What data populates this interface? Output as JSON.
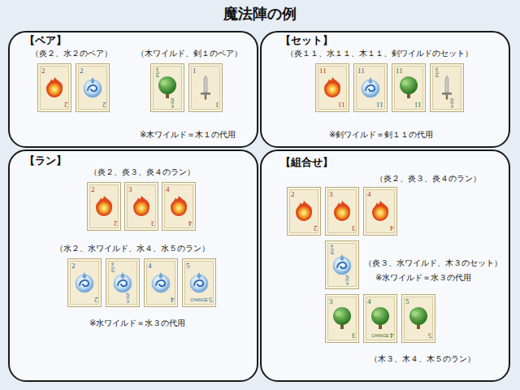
{
  "diagram": {
    "title": "魔法陣の例",
    "nodes": [
      {
        "text": [
          "【ペア】",
          "（炎２、水２のペア）",
          "（木ワイルド、剣１のペア）",
          "※木ワイルド＝木１の代用"
        ]
      },
      {
        "text": [
          "2",
          "2"
        ],
        "in": 0
      },
      {
        "text": [
          "2",
          "2"
        ],
        "in": 0
      },
      {
        "text": [
          "wild",
          "wild"
        ],
        "in": 0
      },
      {
        "text": [
          "1",
          "1"
        ],
        "in": 0
      },
      {
        "text": [
          "【セット】",
          "（炎１１、水１１、木１１、剣ワイルドのセット）",
          "※剣ワイルド＝剣１１の代用"
        ]
      },
      {
        "text": [
          "11",
          "11"
        ],
        "in": 5
      },
      {
        "text": [
          "11",
          "11"
        ],
        "in": 5
      },
      {
        "text": [
          "11",
          "11"
        ],
        "in": 5
      },
      {
        "text": [
          "wild",
          "wild"
        ],
        "in": 5
      },
      {
        "text": [
          "【ラン】",
          "（炎２、炎３、炎４のラン）",
          "（水２、水ワイルド、水４、水５のラン）",
          "※水ワイルド＝水３の代用"
        ]
      },
      {
        "text": [
          "2",
          "2"
        ],
        "in": 10
      },
      {
        "text": [
          "3",
          "3"
        ],
        "in": 10
      },
      {
        "text": [
          "4",
          "4"
        ],
        "in": 10
      },
      {
        "text": [
          "2",
          "2"
        ],
        "in": 10
      },
      {
        "text": [
          "wild",
          "wild"
        ],
        "in": 10
      },
      {
        "text": [
          "4",
          "4"
        ],
        "in": 10
      },
      {
        "text": [
          "5",
          "CHANGE",
          "5"
        ],
        "in": 10
      },
      {
        "text": [
          "【組合せ】",
          "（炎２、炎３、炎４のラン）",
          "（炎３、水ワイルド、木３のセット）",
          "※水ワイルド＝水３の代用",
          "（木３、木４、木５のラン）"
        ]
      },
      {
        "text": [
          "2",
          "2"
        ],
        "in": 18
      },
      {
        "text": [
          "3",
          "3"
        ],
        "in": 18
      },
      {
        "text": [
          "4",
          "4"
        ],
        "in": 18
      },
      {
        "text": [
          "wild",
          "wild"
        ],
        "in": 18
      },
      {
        "text": [
          "3",
          "3"
        ],
        "in": 18
      },
      {
        "text": [
          "4",
          "CHANGE",
          "4"
        ],
        "in": 18
      },
      {
        "text": [
          "5",
          "5"
        ],
        "in": 18
      }
    ]
  }
}
